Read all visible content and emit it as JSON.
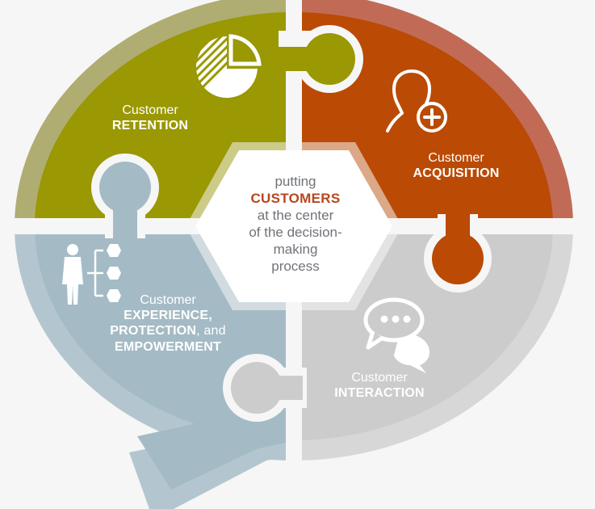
{
  "colors": {
    "background": "#f6f6f6",
    "retention": "#9a9803",
    "retention_rim": "#b0ad72",
    "acquisition": "#bb4a04",
    "acquisition_rim": "#c16b57",
    "experience": "#a4bbc6",
    "experience_rim": "#b3c6cf",
    "interaction": "#cccccc",
    "interaction_rim": "#d7d7d7",
    "center_text": "#6f7378",
    "center_highlight": "#b8461e"
  },
  "center": {
    "line1": "putting",
    "highlight": "CUSTOMERS",
    "line3": "at the center",
    "line4": "of the decision-",
    "line5": "making",
    "line6": "process"
  },
  "segments": {
    "retention": {
      "prefix": "Customer",
      "title": "RETENTION",
      "icon": "pie-chart-icon"
    },
    "acquisition": {
      "prefix": "Customer",
      "title": "ACQUISITION",
      "icon": "add-user-icon"
    },
    "experience": {
      "prefix": "Customer",
      "title_line1": "EXPERIENCE,",
      "title_line2": "PROTECTION",
      "title_line2_suffix": ", and",
      "title_line3": "EMPOWERMENT",
      "icon": "org-hierarchy-icon"
    },
    "interaction": {
      "prefix": "Customer",
      "title": "INTERACTION",
      "icon": "chat-bubbles-icon"
    }
  }
}
